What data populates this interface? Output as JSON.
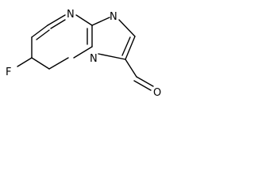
{
  "molecule": {
    "atoms": {
      "n_top": "N",
      "n_imidazole": "N",
      "n_bridge": "N",
      "fluorine": "F",
      "oxygen": "O"
    }
  }
}
